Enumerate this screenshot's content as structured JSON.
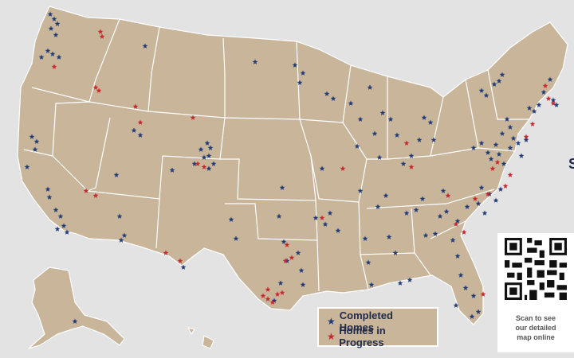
{
  "legend": {
    "completed_label": "Completed Homes",
    "in_progress_label": "Homes in Progress",
    "completed_color": "#1f3a78",
    "in_progress_color": "#c8262c"
  },
  "qr": {
    "caption_line1": "Scan to see",
    "caption_line2": "our detailed",
    "caption_line3": "map online"
  },
  "edge_text": "S",
  "colors": {
    "land": "#c8b59a",
    "borders": "#ffffff",
    "background": "#e3e3e3"
  },
  "icons": {
    "completed_marker": "blue-star-icon",
    "in_progress_marker": "red-star-icon",
    "qr": "qr-code-icon"
  }
}
